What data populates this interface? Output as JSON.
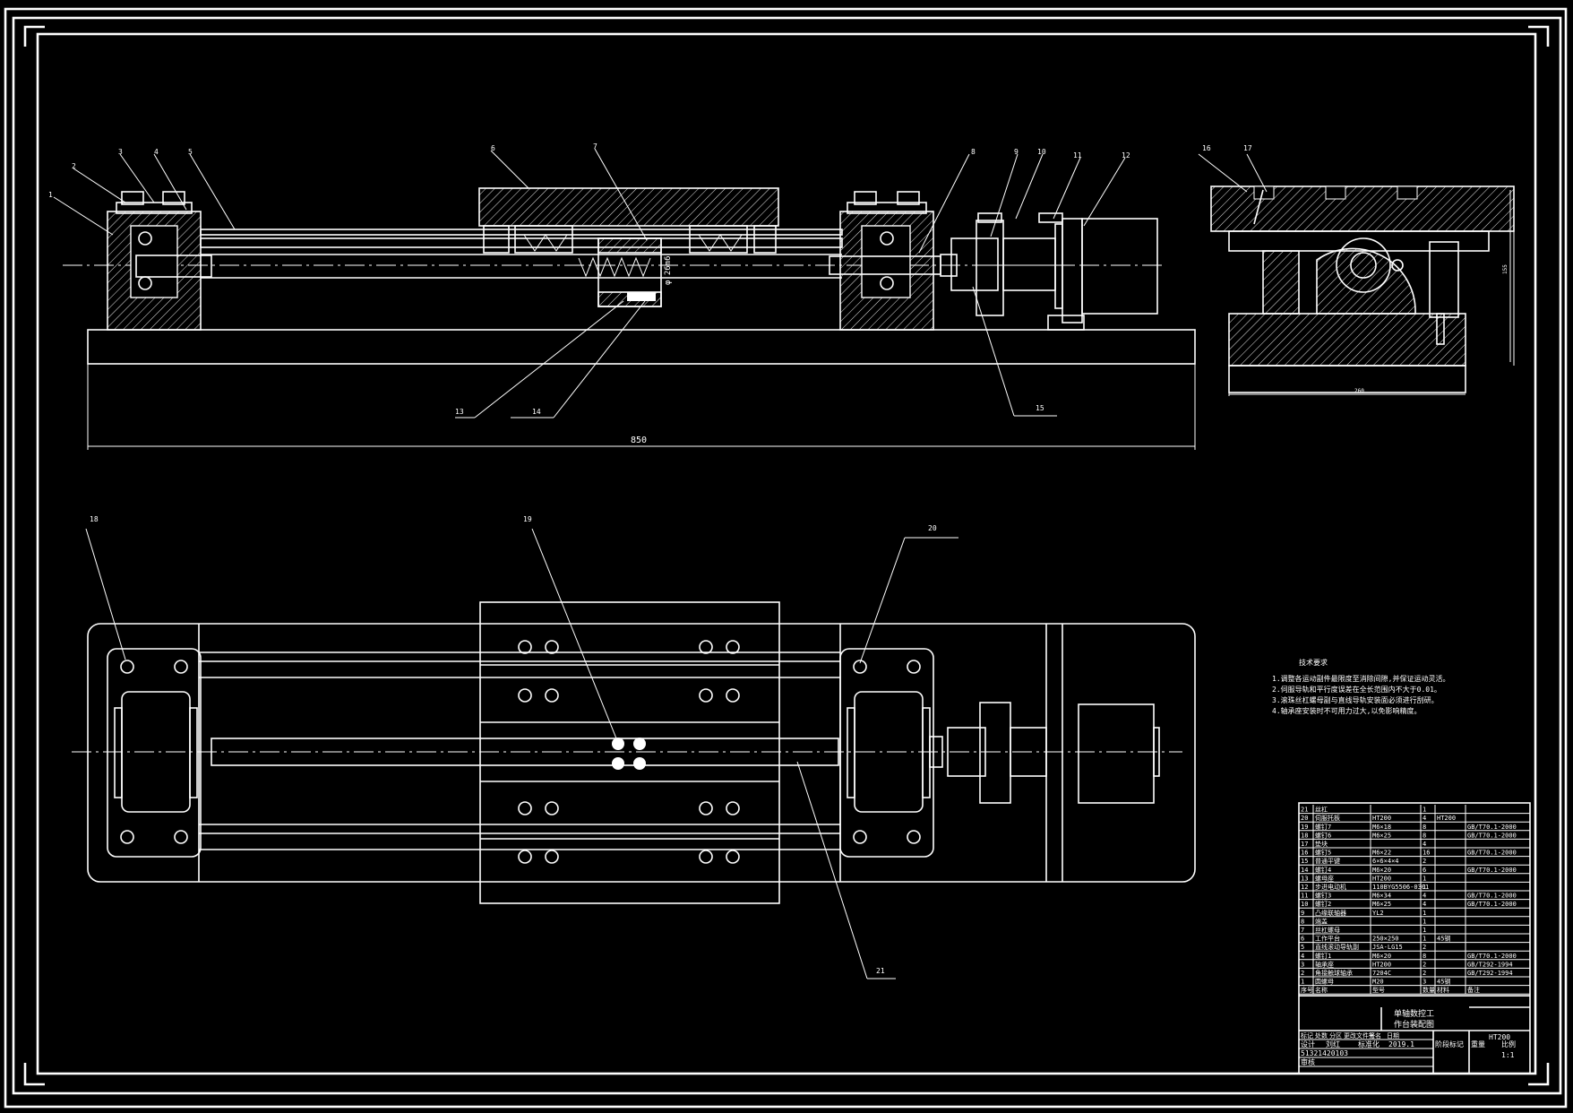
{
  "balloons": {
    "b1": "1",
    "b2": "2",
    "b3": "3",
    "b4": "4",
    "b5": "5",
    "b6": "6",
    "b7": "7",
    "b8": "8",
    "b9": "9",
    "b10": "10",
    "b11": "11",
    "b12": "12",
    "b13": "13",
    "b14": "14",
    "b15": "15",
    "b16": "16",
    "b17": "17",
    "b18": "18",
    "b19": "19",
    "b20": "20",
    "b21": "21"
  },
  "dimensions": {
    "overall_length": "850",
    "base_width": "260",
    "height": "155",
    "fit": "φ 26m6"
  },
  "tech_requirements": {
    "title": "技术要求",
    "items": [
      "1.调整各运动副件最限度至消除间隙,并保证运动灵活。",
      "2.伺服导轨和平行度误差在全长范围内不大于0.01。",
      "3.滚珠丝杠螺母副与直线导轨安装面必须进行刮研。",
      "4.轴承座安装时不可用力过大,以免影响精度。"
    ]
  },
  "bom": {
    "rows": [
      {
        "no": "21",
        "name": "丝杠",
        "spec": "",
        "qty": "1",
        "mat": "",
        "std": ""
      },
      {
        "no": "20",
        "name": "伺服托板",
        "spec": "HT200",
        "qty": "4",
        "mat": "HT200",
        "std": ""
      },
      {
        "no": "19",
        "name": "螺钉7",
        "spec": "M6×18",
        "qty": "8",
        "mat": "",
        "std": "GB/T70.1-2000"
      },
      {
        "no": "18",
        "name": "螺钉6",
        "spec": "M6×25",
        "qty": "8",
        "mat": "",
        "std": "GB/T70.1-2000"
      },
      {
        "no": "17",
        "name": "垫块",
        "spec": "",
        "qty": "4",
        "mat": "",
        "std": ""
      },
      {
        "no": "16",
        "name": "螺钉5",
        "spec": "M6×22",
        "qty": "16",
        "mat": "",
        "std": "GB/T70.1-2000"
      },
      {
        "no": "15",
        "name": "普通平键",
        "spec": "6×6×4×4",
        "qty": "2",
        "mat": "",
        "std": ""
      },
      {
        "no": "14",
        "name": "螺钉4",
        "spec": "M6×20",
        "qty": "6",
        "mat": "",
        "std": "GB/T70.1-2000"
      },
      {
        "no": "13",
        "name": "螺母座",
        "spec": "HT200",
        "qty": "1",
        "mat": "",
        "std": ""
      },
      {
        "no": "12",
        "name": "步进电动机",
        "spec": "110BYG5506-0301",
        "qty": "1",
        "mat": "",
        "std": ""
      },
      {
        "no": "11",
        "name": "螺钉3",
        "spec": "M6×34",
        "qty": "4",
        "mat": "",
        "std": "GB/T70.1-2000"
      },
      {
        "no": "10",
        "name": "螺钉2",
        "spec": "M6×25",
        "qty": "4",
        "mat": "",
        "std": "GB/T70.1-2000"
      },
      {
        "no": "9",
        "name": "凸缘联轴器",
        "spec": "YL2",
        "qty": "1",
        "mat": "",
        "std": ""
      },
      {
        "no": "8",
        "name": "端盖",
        "spec": "",
        "qty": "1",
        "mat": "",
        "std": ""
      },
      {
        "no": "7",
        "name": "丝杠螺母",
        "spec": "",
        "qty": "1",
        "mat": "",
        "std": ""
      },
      {
        "no": "6",
        "name": "工作平台",
        "spec": "250×250",
        "qty": "1",
        "mat": "45钢",
        "std": ""
      },
      {
        "no": "5",
        "name": "直线滚动导轨副",
        "spec": "JSA-LG15",
        "qty": "2",
        "mat": "",
        "std": ""
      },
      {
        "no": "4",
        "name": "螺钉1",
        "spec": "M6×20",
        "qty": "8",
        "mat": "",
        "std": "GB/T70.1-2000"
      },
      {
        "no": "3",
        "name": "轴承座",
        "spec": "HT200",
        "qty": "2",
        "mat": "",
        "std": "GB/T292-1994"
      },
      {
        "no": "2",
        "name": "角接触球轴承",
        "spec": "7204C",
        "qty": "2",
        "mat": "",
        "std": "GB/T292-1994"
      },
      {
        "no": "1",
        "name": "圆螺母",
        "spec": "M20",
        "qty": "3",
        "mat": "45钢",
        "std": ""
      }
    ],
    "header": {
      "no": "序号",
      "name": "名称",
      "spec": "型号",
      "qty": "数量",
      "mat": "材料",
      "std": "备注"
    }
  },
  "title_block": {
    "drawing_title_line1": "单轴数控工",
    "drawing_title_line2": "作台装配图",
    "material": "HT200",
    "row_labels": [
      "标记",
      "处数",
      "分区",
      "更改文件号",
      "签名",
      "日期"
    ],
    "design": "设计",
    "name": "刘红",
    "standardized": "标准化",
    "date": "2019.1",
    "stage": "阶段标记",
    "weight": "重量",
    "scale_label": "比例",
    "scale": "1:1",
    "review": "审核",
    "number": "51321420103"
  }
}
